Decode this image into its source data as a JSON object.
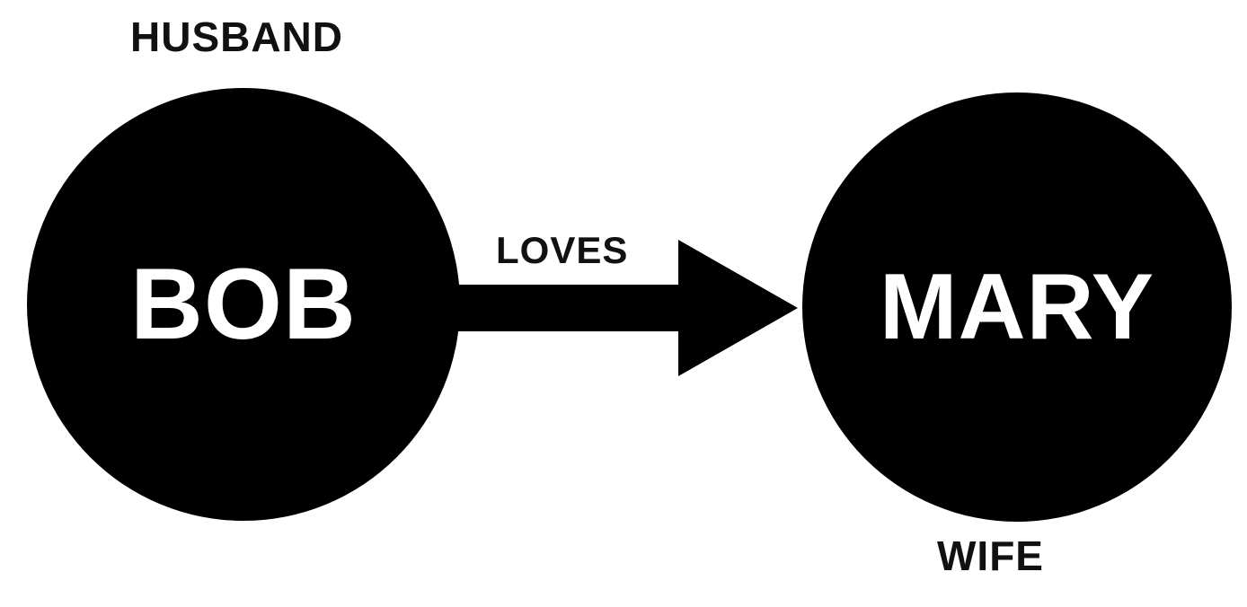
{
  "diagram": {
    "title": "",
    "type": "relationship-graph",
    "nodes": [
      {
        "id": "bob",
        "label": "BOB",
        "role": "HUSBAND",
        "shape": "circle",
        "fill": "#000000",
        "text_color": "#ffffff"
      },
      {
        "id": "mary",
        "label": "MARY",
        "role": "WIFE",
        "shape": "circle",
        "fill": "#000000",
        "text_color": "#ffffff"
      }
    ],
    "edge": {
      "from": "bob",
      "to": "mary",
      "label": "LOVES",
      "direction": "right",
      "color": "#000000"
    },
    "colors": {
      "background": "#ffffff",
      "label_text": "#111111"
    }
  }
}
